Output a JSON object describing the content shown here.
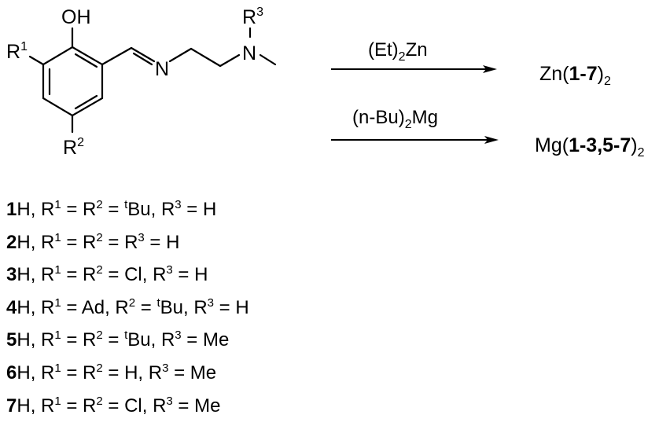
{
  "structure": {
    "oh": "OH",
    "r1": "R",
    "r1_sup": "1",
    "r2": "R",
    "r2_sup": "2",
    "r3": "R",
    "r3_sup": "3",
    "imine_n": "N",
    "amine_n": "N"
  },
  "reactions": [
    {
      "reagent": [
        {
          "t": "(Et)"
        },
        {
          "t": "2",
          "s": "sub"
        },
        {
          "t": "Zn"
        }
      ],
      "product": [
        {
          "t": "Zn("
        },
        {
          "t": "1-7",
          "s": "b"
        },
        {
          "t": ")"
        },
        {
          "t": "2",
          "s": "sub"
        }
      ]
    },
    {
      "reagent": [
        {
          "t": "(n-Bu)"
        },
        {
          "t": "2",
          "s": "sub"
        },
        {
          "t": "Mg"
        }
      ],
      "product": [
        {
          "t": "Mg("
        },
        {
          "t": "1-3,5-7",
          "s": "b"
        },
        {
          "t": ")"
        },
        {
          "t": "2",
          "s": "sub"
        }
      ]
    }
  ],
  "compounds": [
    [
      {
        "t": "1",
        "s": "b"
      },
      {
        "t": "H, R"
      },
      {
        "t": "1",
        "s": "sup"
      },
      {
        "t": " = R"
      },
      {
        "t": "2",
        "s": "sup"
      },
      {
        "t": " = "
      },
      {
        "t": "t",
        "s": "sup"
      },
      {
        "t": "Bu, R"
      },
      {
        "t": "3",
        "s": "sup"
      },
      {
        "t": " = H"
      }
    ],
    [
      {
        "t": "2",
        "s": "b"
      },
      {
        "t": "H, R"
      },
      {
        "t": "1",
        "s": "sup"
      },
      {
        "t": " = R"
      },
      {
        "t": "2",
        "s": "sup"
      },
      {
        "t": " = R"
      },
      {
        "t": "3",
        "s": "sup"
      },
      {
        "t": " = H"
      }
    ],
    [
      {
        "t": "3",
        "s": "b"
      },
      {
        "t": "H, R"
      },
      {
        "t": "1",
        "s": "sup"
      },
      {
        "t": " = R"
      },
      {
        "t": "2",
        "s": "sup"
      },
      {
        "t": " = Cl, R"
      },
      {
        "t": "3",
        "s": "sup"
      },
      {
        "t": " = H"
      }
    ],
    [
      {
        "t": "4",
        "s": "b"
      },
      {
        "t": "H, R"
      },
      {
        "t": "1",
        "s": "sup"
      },
      {
        "t": " = Ad, R"
      },
      {
        "t": "2",
        "s": "sup"
      },
      {
        "t": " = "
      },
      {
        "t": "t",
        "s": "sup"
      },
      {
        "t": "Bu, R"
      },
      {
        "t": "3",
        "s": "sup"
      },
      {
        "t": " = H"
      }
    ],
    [
      {
        "t": "5",
        "s": "b"
      },
      {
        "t": "H, R"
      },
      {
        "t": "1",
        "s": "sup"
      },
      {
        "t": " = R"
      },
      {
        "t": "2",
        "s": "sup"
      },
      {
        "t": " = "
      },
      {
        "t": "t",
        "s": "sup"
      },
      {
        "t": "Bu, R"
      },
      {
        "t": "3",
        "s": "sup"
      },
      {
        "t": " = Me"
      }
    ],
    [
      {
        "t": "6",
        "s": "b"
      },
      {
        "t": "H, R"
      },
      {
        "t": "1",
        "s": "sup"
      },
      {
        "t": " = R"
      },
      {
        "t": "2",
        "s": "sup"
      },
      {
        "t": " = H, R"
      },
      {
        "t": "3",
        "s": "sup"
      },
      {
        "t": " = Me"
      }
    ],
    [
      {
        "t": "7",
        "s": "b"
      },
      {
        "t": "H, R"
      },
      {
        "t": "1",
        "s": "sup"
      },
      {
        "t": " = R"
      },
      {
        "t": "2",
        "s": "sup"
      },
      {
        "t": " = Cl, R"
      },
      {
        "t": "3",
        "s": "sup"
      },
      {
        "t": " = Me"
      }
    ]
  ]
}
